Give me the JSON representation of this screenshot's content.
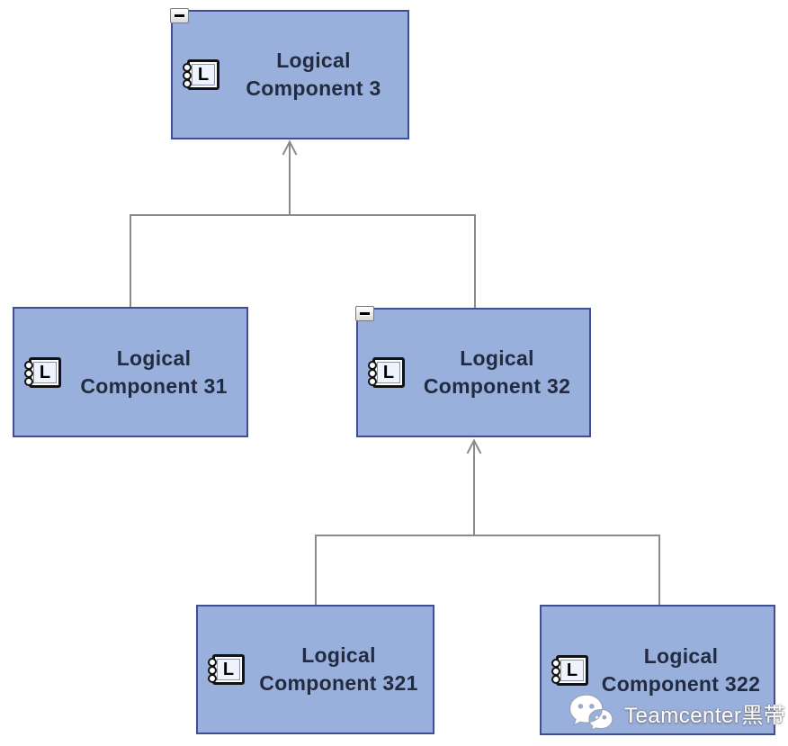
{
  "diagram": {
    "type": "tree",
    "colors": {
      "background": "#ffffff",
      "node_fill": "#9ab0dc",
      "node_border": "#414d99",
      "node_text": "#232b40",
      "connector": "#8b8b8b"
    },
    "nodes": [
      {
        "id": "logical-component-3",
        "line1": "Logical",
        "line2": "Component 3",
        "full_label": "Logical Component 3",
        "icon": "logical-component-icon",
        "icon_letter": "L",
        "has_collapse_button": true
      },
      {
        "id": "logical-component-31",
        "line1": "Logical",
        "line2": "Component 31",
        "full_label": "Logical Component 31",
        "icon": "logical-component-icon",
        "icon_letter": "L",
        "has_collapse_button": false
      },
      {
        "id": "logical-component-32",
        "line1": "Logical",
        "line2": "Component 32",
        "full_label": "Logical Component 32",
        "icon": "logical-component-icon",
        "icon_letter": "L",
        "has_collapse_button": true
      },
      {
        "id": "logical-component-321",
        "line1": "Logical",
        "line2": "Component 321",
        "full_label": "Logical Component 321",
        "icon": "logical-component-icon",
        "icon_letter": "L",
        "has_collapse_button": false
      },
      {
        "id": "logical-component-322",
        "line1": "Logical",
        "line2": "Component 322",
        "full_label": "Logical Component 322",
        "icon": "logical-component-icon",
        "icon_letter": "L",
        "has_collapse_button": false
      }
    ],
    "edges": [
      {
        "from": "logical-component-31",
        "to": "logical-component-3",
        "arrow": "open-arrow-at-parent"
      },
      {
        "from": "logical-component-32",
        "to": "logical-component-3",
        "arrow": "open-arrow-at-parent"
      },
      {
        "from": "logical-component-321",
        "to": "logical-component-32",
        "arrow": "open-arrow-at-parent"
      },
      {
        "from": "logical-component-322",
        "to": "logical-component-32",
        "arrow": "open-arrow-at-parent"
      }
    ],
    "watermark": {
      "icon": "wechat-icon",
      "text": "Teamcenter黑带"
    }
  }
}
